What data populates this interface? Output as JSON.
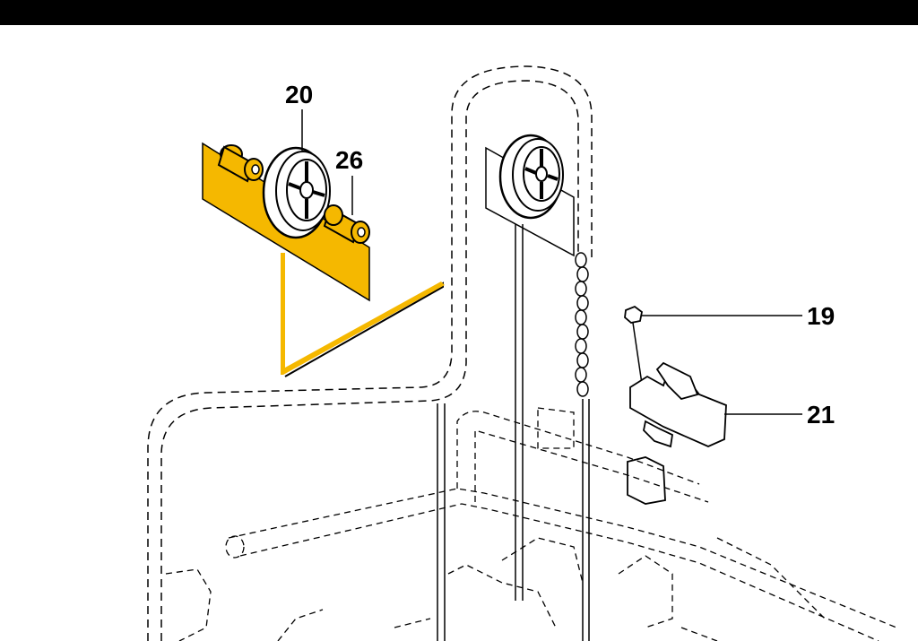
{
  "diagram": {
    "callouts": [
      {
        "id": "20",
        "label": "20"
      },
      {
        "id": "26",
        "label": "26"
      },
      {
        "id": "19",
        "label": "19"
      },
      {
        "id": "21",
        "label": "21"
      }
    ],
    "colors": {
      "highlight": "#F5B800",
      "line": "#000000",
      "top_bar": "#000000",
      "background": "#FFFFFF"
    }
  }
}
